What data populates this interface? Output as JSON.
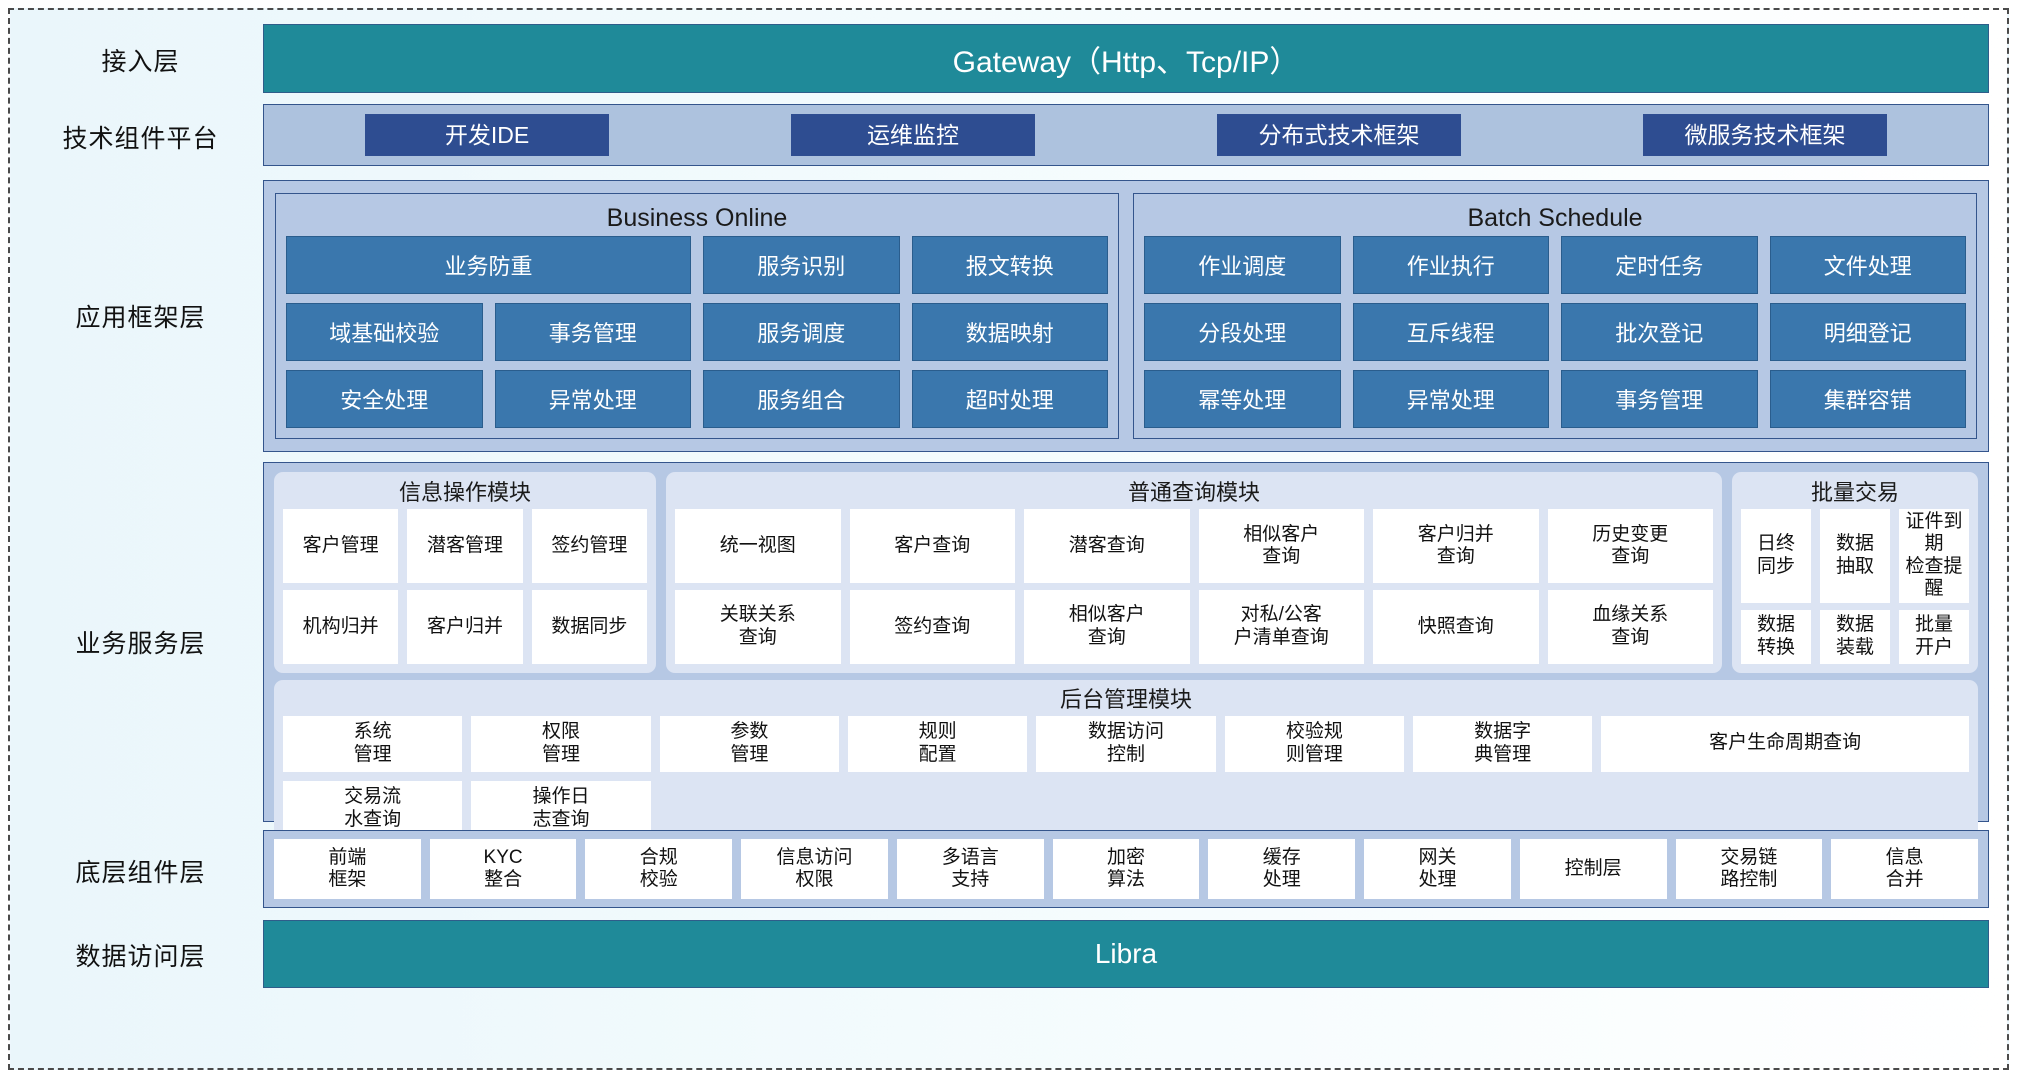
{
  "layers": {
    "access": {
      "label": "接入层",
      "bar": "Gateway（Http、Tcp/IP）"
    },
    "tech": {
      "label": "技术组件平台"
    },
    "appframe": {
      "label": "应用框架层"
    },
    "bizservice": {
      "label": "业务服务层"
    },
    "component": {
      "label": "底层组件层"
    },
    "dataaccess": {
      "label": "数据访问层",
      "bar": "Libra"
    }
  },
  "tech_platform": {
    "chips": [
      "开发IDE",
      "运维监控",
      "分布式技术框架",
      "微服务技术框架"
    ]
  },
  "app_framework": {
    "groups": [
      {
        "title": "Business Online",
        "cells": [
          {
            "label": "业务防重",
            "span": 2
          },
          {
            "label": "服务识别",
            "span": 1
          },
          {
            "label": "报文转换",
            "span": 1
          },
          {
            "label": "域基础校验",
            "span": 1
          },
          {
            "label": "事务管理",
            "span": 1
          },
          {
            "label": "服务调度",
            "span": 1
          },
          {
            "label": "数据映射",
            "span": 1
          },
          {
            "label": "安全处理",
            "span": 1
          },
          {
            "label": "异常处理",
            "span": 1
          },
          {
            "label": "服务组合",
            "span": 1
          },
          {
            "label": "超时处理",
            "span": 1
          }
        ]
      },
      {
        "title": "Batch Schedule",
        "cells": [
          {
            "label": "作业调度",
            "span": 1
          },
          {
            "label": "作业执行",
            "span": 1
          },
          {
            "label": "定时任务",
            "span": 1
          },
          {
            "label": "文件处理",
            "span": 1
          },
          {
            "label": "分段处理",
            "span": 1
          },
          {
            "label": "互斥线程",
            "span": 1
          },
          {
            "label": "批次登记",
            "span": 1
          },
          {
            "label": "明细登记",
            "span": 1
          },
          {
            "label": "幂等处理",
            "span": 1
          },
          {
            "label": "异常处理",
            "span": 1
          },
          {
            "label": "事务管理",
            "span": 1
          },
          {
            "label": "集群容错",
            "span": 1
          }
        ]
      }
    ]
  },
  "business_service": {
    "modules": [
      {
        "title": "信息操作模块",
        "cells": [
          "客户管理",
          "潜客管理",
          "签约管理",
          "机构归并",
          "客户归并",
          "数据同步"
        ]
      },
      {
        "title": "普通查询模块",
        "cells": [
          "统一视图",
          "客户查询",
          "潜客查询",
          "相似客户\n查询",
          "客户归并\n查询",
          "历史变更\n查询",
          "关联关系\n查询",
          "签约查询",
          "相似客户\n查询",
          "对私/公客\n户清单查询",
          "快照查询",
          "血缘关系\n查询"
        ]
      },
      {
        "title": "批量交易",
        "cells": [
          "日终\n同步",
          "数据\n抽取",
          "证件到期\n检查提醒",
          "数据\n转换",
          "数据\n装载",
          "批量\n开户"
        ]
      }
    ],
    "admin_module": {
      "title": "后台管理模块",
      "cells": [
        {
          "label": "系统\n管理",
          "wide": false
        },
        {
          "label": "权限\n管理",
          "wide": false
        },
        {
          "label": "参数\n管理",
          "wide": false
        },
        {
          "label": "规则\n配置",
          "wide": false
        },
        {
          "label": "数据访问\n控制",
          "wide": false
        },
        {
          "label": "校验规\n则管理",
          "wide": false
        },
        {
          "label": "数据字\n典管理",
          "wide": false
        },
        {
          "label": "客户生命周期查询",
          "wide": false
        },
        {
          "label": "交易流\n水查询",
          "wide": false
        },
        {
          "label": "操作日\n志查询",
          "wide": false
        }
      ]
    }
  },
  "component_layer": {
    "cells": [
      "前端\n框架",
      "KYC\n整合",
      "合规\n校验",
      "信息访问\n权限",
      "多语言\n支持",
      "加密\n算法",
      "缓存\n处理",
      "网关\n处理",
      "控制层",
      "交易链\n路控制",
      "信息\n合并"
    ]
  },
  "colors": {
    "teal": "#1f8a99",
    "navy_chip": "#2e4d91",
    "band_blue": "#b6c8e4",
    "app_chip": "#3a77ad",
    "module_bg": "#dce4f3",
    "border": "#34558c"
  }
}
